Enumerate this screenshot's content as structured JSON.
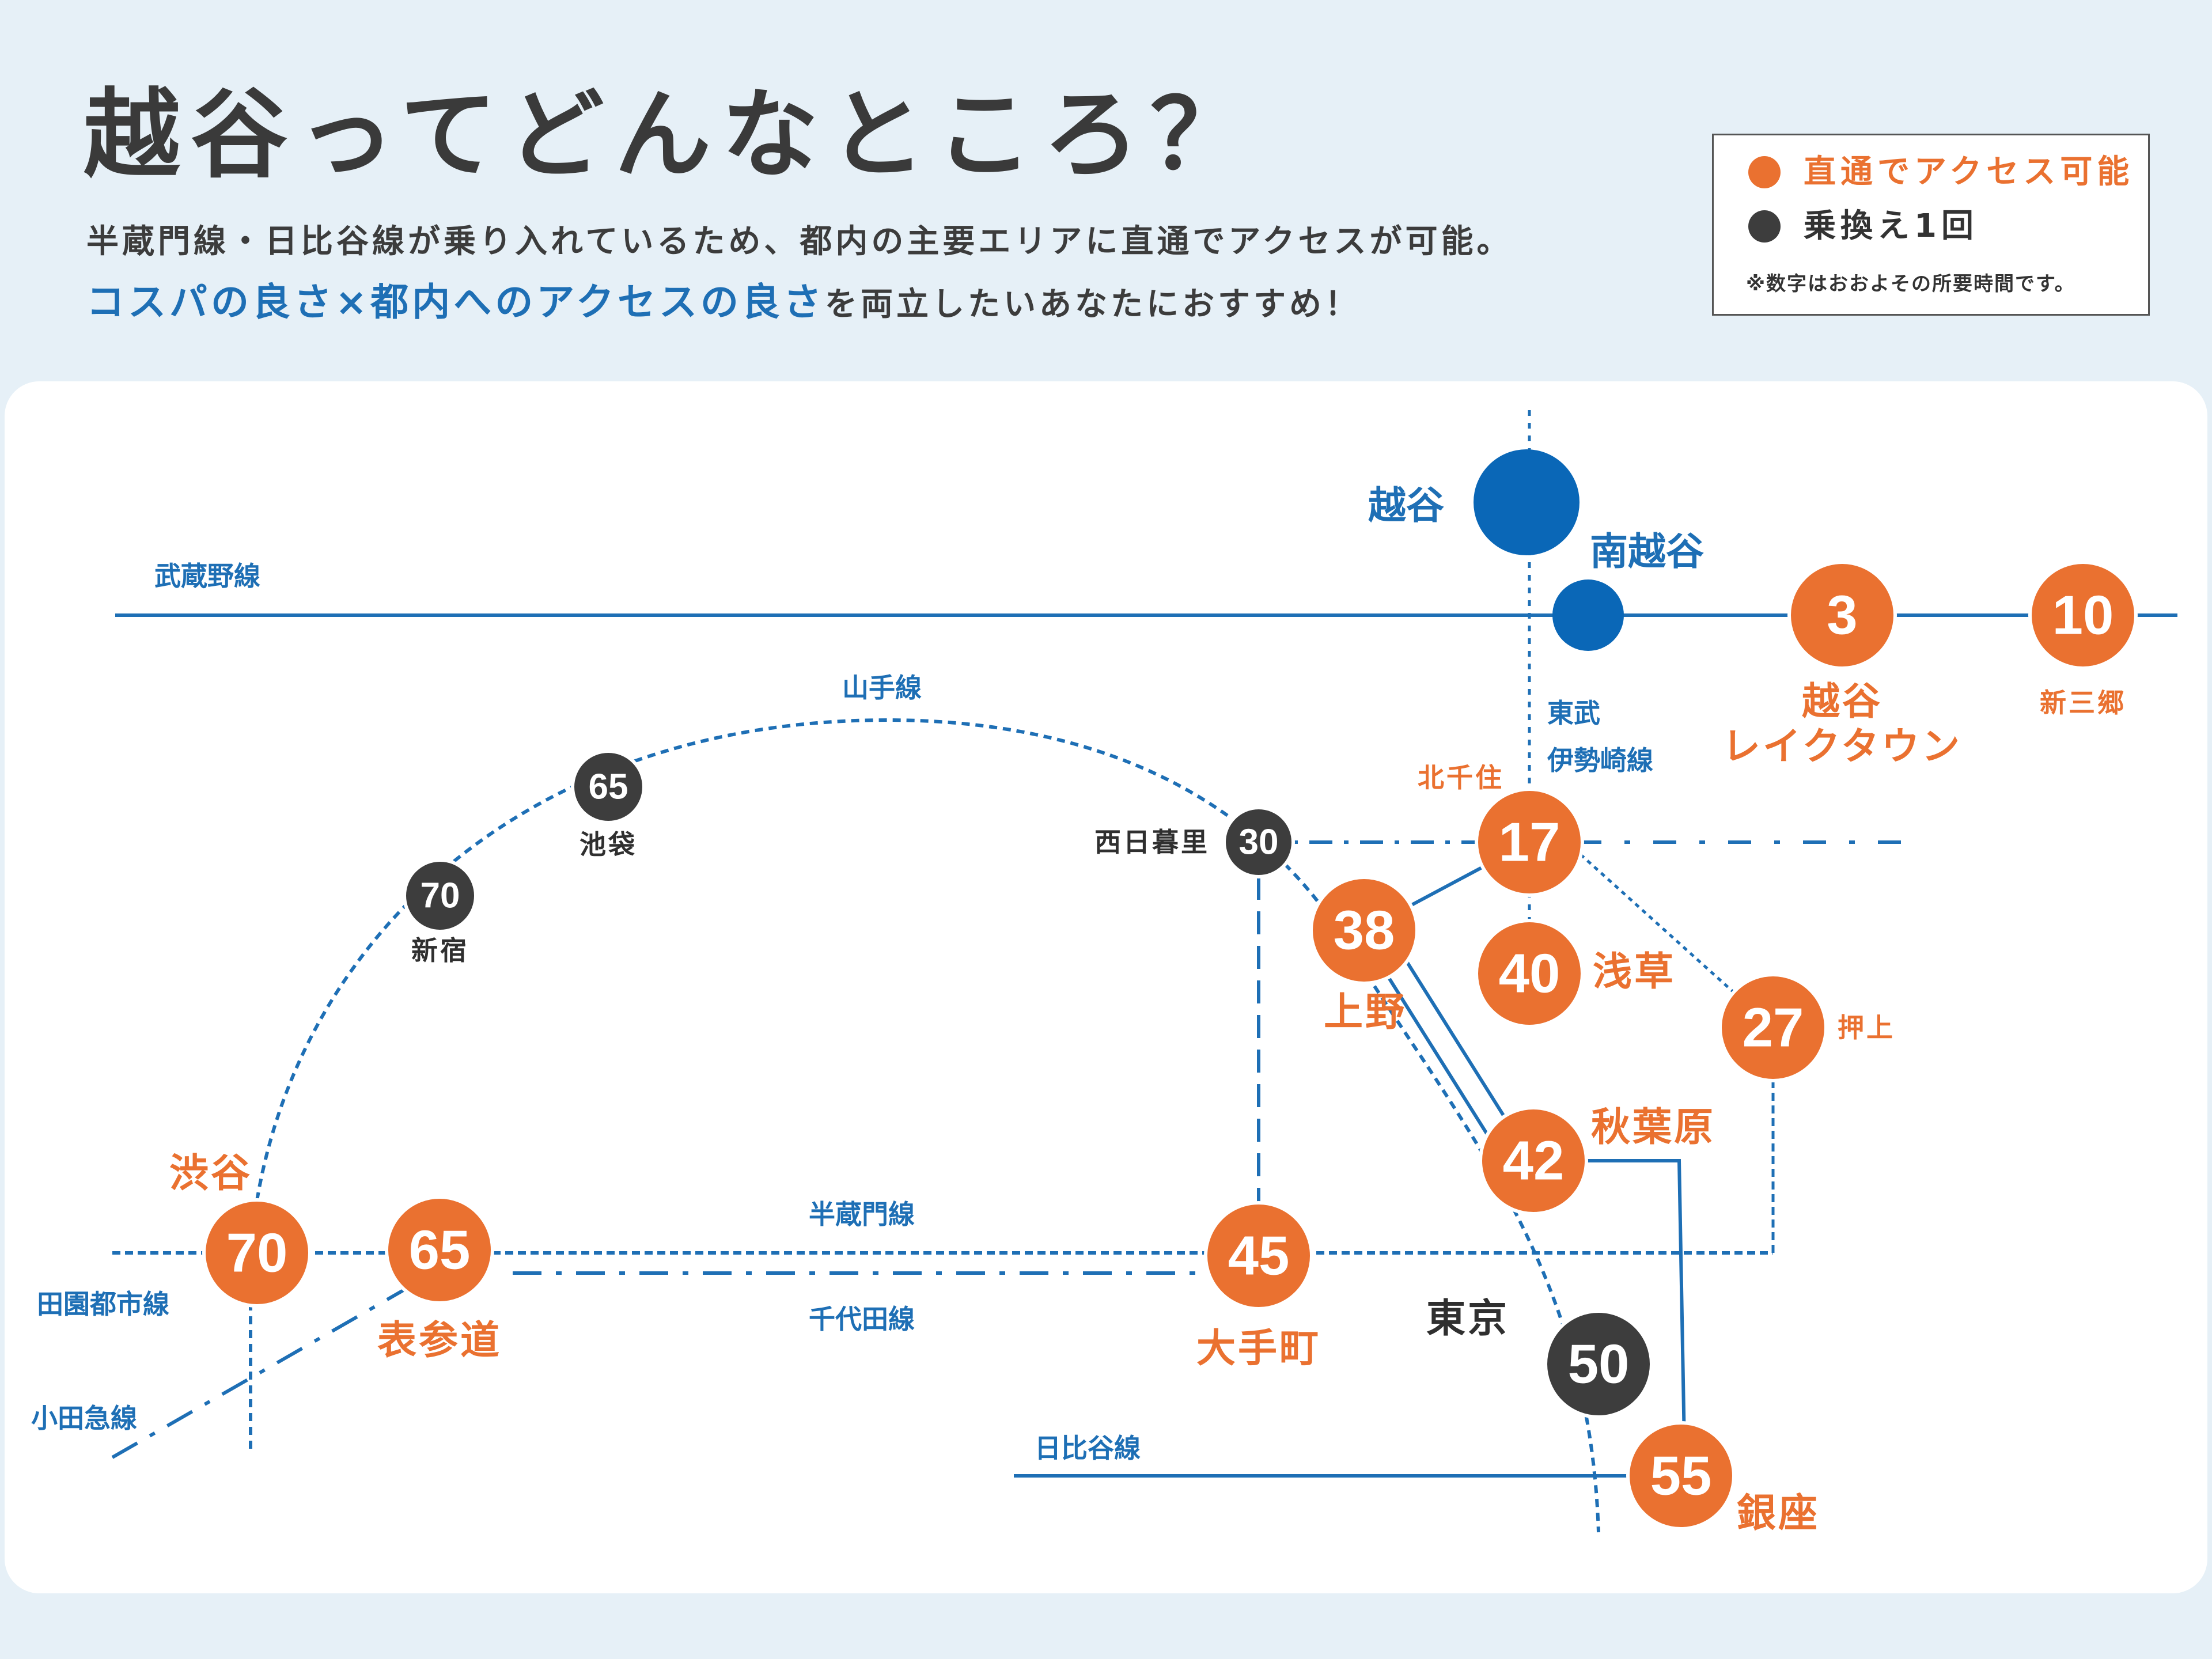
{
  "header": {
    "title": "越谷ってどんなところ？",
    "description_line1": "半蔵門線・日比谷線が乗り入れているため、都内の主要エリアに直通でアクセスが可能。",
    "description_line2_highlight": "コスパの良さ×都内へのアクセスの良さ",
    "description_line2_rest": "を両立したいあなたにおすすめ！"
  },
  "legend": {
    "direct_label": "直通でアクセス可能",
    "transfer_label": "乗換え1回",
    "note": "※数字はおおよその所要時間です。"
  },
  "colors": {
    "direct": "#ea7130",
    "transfer": "#3d3d3d",
    "line_blue": "#1e6fb5",
    "origin_blue": "#0a67b7"
  },
  "lines": {
    "musashino": "武蔵野線",
    "yamanote": "山手線",
    "tobu_isesaki_1": "東武",
    "tobu_isesaki_2": "伊勢崎線",
    "hanzomon": "半蔵門線",
    "chiyoda": "千代田線",
    "denentoshi": "田園都市線",
    "odakyu": "小田急線",
    "hibiya": "日比谷線"
  },
  "origin": {
    "koshigaya": "越谷",
    "minami_koshigaya": "南越谷"
  },
  "stations": [
    {
      "id": "koshigaya-laketown",
      "name": "越谷\nレイクタウン",
      "minutes": "3",
      "type": "direct"
    },
    {
      "id": "shin-misato",
      "name": "新三郷",
      "minutes": "10",
      "type": "direct"
    },
    {
      "id": "kita-senju",
      "name": "北千住",
      "minutes": "17",
      "type": "direct"
    },
    {
      "id": "nishi-nippori",
      "name": "西日暮里",
      "minutes": "30",
      "type": "transfer"
    },
    {
      "id": "ueno",
      "name": "上野",
      "minutes": "38",
      "type": "direct"
    },
    {
      "id": "asakusa",
      "name": "浅草",
      "minutes": "40",
      "type": "direct"
    },
    {
      "id": "oshiage",
      "name": "押上",
      "minutes": "27",
      "type": "direct"
    },
    {
      "id": "akihabara",
      "name": "秋葉原",
      "minutes": "42",
      "type": "direct"
    },
    {
      "id": "otemachi",
      "name": "大手町",
      "minutes": "45",
      "type": "direct"
    },
    {
      "id": "tokyo",
      "name": "東京",
      "minutes": "50",
      "type": "transfer"
    },
    {
      "id": "ginza",
      "name": "銀座",
      "minutes": "55",
      "type": "direct"
    },
    {
      "id": "shibuya",
      "name": "渋谷",
      "minutes": "70",
      "type": "direct"
    },
    {
      "id": "omotesando",
      "name": "表参道",
      "minutes": "65",
      "type": "direct"
    },
    {
      "id": "ikebukuro",
      "name": "池袋",
      "minutes": "65",
      "type": "transfer"
    },
    {
      "id": "shinjuku",
      "name": "新宿",
      "minutes": "70",
      "type": "transfer"
    }
  ]
}
